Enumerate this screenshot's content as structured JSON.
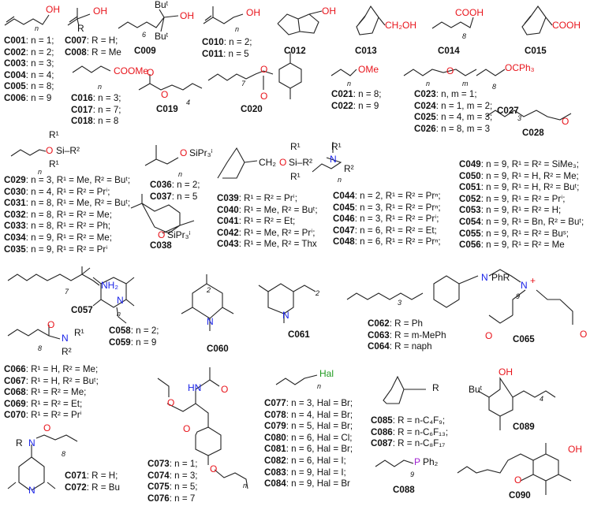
{
  "colors": {
    "oxygen": "#e8141b",
    "nitrogen": "#1a23e8",
    "halogen": "#1f9a1f",
    "phosphorus": "#a020d0",
    "bond": "#222222"
  },
  "blocks": [
    {
      "lines": [
        {
          "id": "C001",
          "text": ": n = 1;"
        },
        {
          "id": "C002",
          "text": ": n = 2;"
        },
        {
          "id": "C003",
          "text": ": n = 3;"
        },
        {
          "id": "C004",
          "text": ": n = 4;"
        },
        {
          "id": "C005",
          "text": ": n = 8;"
        },
        {
          "id": "C006",
          "text": ": n = 9"
        }
      ],
      "atoms": [
        {
          "t": "OH",
          "c": "#e8141b"
        },
        {
          "t": "n",
          "c": "#111"
        }
      ]
    },
    {
      "lines": [
        {
          "id": "C007",
          "text": ": R = H;"
        },
        {
          "id": "C008",
          "text": ": R = Me"
        }
      ],
      "atoms": [
        {
          "t": "OH",
          "c": "#e8141b"
        },
        {
          "t": "R",
          "c": "#111"
        }
      ]
    },
    {
      "lines": [
        {
          "id": "C009",
          "text": ""
        }
      ],
      "atoms": [
        {
          "t": "Buᵗ",
          "c": "#111"
        },
        {
          "t": "OH",
          "c": "#e8141b"
        },
        {
          "t": "Buᵗ",
          "c": "#111"
        },
        {
          "t": "6",
          "c": "#111"
        }
      ]
    },
    {
      "lines": [
        {
          "id": "C010",
          "text": ": n = 2;"
        },
        {
          "id": "C011",
          "text": ": n = 5"
        }
      ],
      "atoms": [
        {
          "t": "OH",
          "c": "#e8141b"
        },
        {
          "t": "n",
          "c": "#111"
        }
      ]
    },
    {
      "lines": [
        {
          "id": "C012",
          "text": ""
        }
      ],
      "atoms": [
        {
          "t": "OH",
          "c": "#e8141b"
        }
      ]
    },
    {
      "lines": [
        {
          "id": "C013",
          "text": ""
        }
      ],
      "atoms": [
        {
          "t": "CH₂OH",
          "c": "#e8141b"
        }
      ]
    },
    {
      "lines": [
        {
          "id": "C014",
          "text": ""
        }
      ],
      "atoms": [
        {
          "t": "COOH",
          "c": "#e8141b"
        },
        {
          "t": "8",
          "c": "#111"
        }
      ]
    },
    {
      "lines": [
        {
          "id": "C015",
          "text": ""
        }
      ],
      "atoms": [
        {
          "t": "COOH",
          "c": "#e8141b"
        }
      ]
    },
    {
      "lines": [
        {
          "id": "C016",
          "text": ": n = 3;"
        },
        {
          "id": "C017",
          "text": ": n = 7;"
        },
        {
          "id": "C018",
          "text": ": n = 8"
        }
      ],
      "atoms": [
        {
          "t": "COOMe",
          "c": "#e8141b"
        },
        {
          "t": "n",
          "c": "#111"
        }
      ]
    },
    {
      "lines": [
        {
          "id": "C019",
          "text": ""
        }
      ],
      "atoms": [
        {
          "t": "O",
          "c": "#e8141b"
        },
        {
          "t": "O",
          "c": "#e8141b"
        },
        {
          "t": "4",
          "c": "#111"
        }
      ]
    },
    {
      "lines": [
        {
          "id": "C020",
          "text": ""
        }
      ],
      "atoms": [
        {
          "t": "O",
          "c": "#e8141b"
        },
        {
          "t": "O",
          "c": "#e8141b"
        },
        {
          "t": "7",
          "c": "#111"
        }
      ]
    },
    {
      "lines": [
        {
          "id": "C021",
          "text": ": n = 8;"
        },
        {
          "id": "C022",
          "text": ": n = 9"
        }
      ],
      "atoms": [
        {
          "t": "OMe",
          "c": "#e8141b"
        },
        {
          "t": "n",
          "c": "#111"
        }
      ]
    },
    {
      "lines": [
        {
          "id": "C023",
          "text": ": n, m = 1;"
        },
        {
          "id": "C024",
          "text": ": n = 1, m = 2;"
        },
        {
          "id": "C025",
          "text": ": n = 4, m = 3;"
        },
        {
          "id": "C026",
          "text": ": n = 8, m = 3"
        }
      ],
      "atoms": [
        {
          "t": "O",
          "c": "#e8141b"
        },
        {
          "t": "n",
          "c": "#111"
        },
        {
          "t": "m",
          "c": "#111"
        }
      ]
    },
    {
      "lines": [
        {
          "id": "C027",
          "text": ""
        }
      ],
      "atoms": [
        {
          "t": "OCPh₃",
          "c": "#e8141b"
        },
        {
          "t": "8",
          "c": "#111"
        }
      ]
    },
    {
      "lines": [
        {
          "id": "C028",
          "text": ""
        }
      ],
      "atoms": [
        {
          "t": "O",
          "c": "#e8141b"
        },
        {
          "t": "3",
          "c": "#111"
        }
      ]
    },
    {
      "lines": [
        {
          "id": "C029",
          "text": ": n = 3, R¹ = Me, R² = Buᵗ;"
        },
        {
          "id": "C030",
          "text": ": n = 4, R¹ = R² = Prⁱ;"
        },
        {
          "id": "C031",
          "text": ": n = 8, R¹ = Me, R² = Buᵗ;"
        },
        {
          "id": "C032",
          "text": ": n = 8, R¹ = R² = Me;"
        },
        {
          "id": "C033",
          "text": ": n = 8, R¹ = R² = Ph;"
        },
        {
          "id": "C034",
          "text": ": n = 9, R¹ = R² = Me;"
        },
        {
          "id": "C035",
          "text": ": n = 9, R¹ = R² = Prⁱ"
        }
      ],
      "atoms": [
        {
          "t": "R¹",
          "c": "#111"
        },
        {
          "t": "O",
          "c": "#e8141b"
        },
        {
          "t": "Si–R²",
          "c": "#111"
        },
        {
          "t": "R¹",
          "c": "#111"
        },
        {
          "t": "n",
          "c": "#111"
        }
      ]
    },
    {
      "lines": [
        {
          "id": "C036",
          "text": ": n = 2;"
        },
        {
          "id": "C037",
          "text": ": n = 5"
        }
      ],
      "atoms": [
        {
          "t": "O",
          "c": "#e8141b"
        },
        {
          "t": "SiPr₃ⁱ",
          "c": "#111"
        },
        {
          "t": "n",
          "c": "#111"
        }
      ]
    },
    {
      "lines": [
        {
          "id": "C038",
          "text": ""
        }
      ],
      "atoms": [
        {
          "t": "O",
          "c": "#e8141b"
        },
        {
          "t": "SiPr₃ⁱ",
          "c": "#111"
        }
      ]
    },
    {
      "lines": [
        {
          "id": "C039",
          "text": ": R¹ = R² = Prⁱ;"
        },
        {
          "id": "C040",
          "text": ": R¹ = Me, R² = Buᵗ;"
        },
        {
          "id": "C041",
          "text": ": R¹ = R² = Et;"
        },
        {
          "id": "C042",
          "text": ": R¹ = Me, R² = Prⁱ;"
        },
        {
          "id": "C043",
          "text": ": R¹ = Me, R² = Thx"
        }
      ],
      "atoms": [
        {
          "t": "CH₂",
          "c": "#111"
        },
        {
          "t": "O",
          "c": "#e8141b"
        },
        {
          "t": "Si–R²",
          "c": "#111"
        },
        {
          "t": "R¹",
          "c": "#111"
        },
        {
          "t": "R¹",
          "c": "#111"
        }
      ]
    },
    {
      "lines": [
        {
          "id": "C044",
          "text": ": n = 2, R¹ = R² = Prⁿ;"
        },
        {
          "id": "C045",
          "text": ": n = 3, R¹ = R² = Prⁿ;"
        },
        {
          "id": "C046",
          "text": ": n = 3, R¹ = R² = Prⁱ;"
        },
        {
          "id": "C047",
          "text": ": n = 6, R¹ = R² = Et;"
        },
        {
          "id": "C048",
          "text": ": n = 6, R¹ = R² = Prⁿ;"
        }
      ],
      "atoms": [
        {
          "t": "R¹",
          "c": "#111"
        },
        {
          "t": "N",
          "c": "#1a23e8"
        },
        {
          "t": "R²",
          "c": "#111"
        },
        {
          "t": "n",
          "c": "#111"
        }
      ]
    },
    {
      "lines": [
        {
          "id": "C049",
          "text": ": n = 9, R¹ = R² = SiMe₃;"
        },
        {
          "id": "C050",
          "text": ": n = 9, R¹ = H, R² = Me;"
        },
        {
          "id": "C051",
          "text": ": n = 9, R¹ = H, R² = Buᵗ;"
        },
        {
          "id": "C052",
          "text": ": n = 9, R¹ = R² = Prⁱ;"
        },
        {
          "id": "C053",
          "text": ": n = 9, R¹ = R² = H;"
        },
        {
          "id": "C054",
          "text": ": n = 9, R¹ = Bn, R² = Buᵗ;"
        },
        {
          "id": "C055",
          "text": ": n = 9, R¹ = R² = Buˢ;"
        },
        {
          "id": "C056",
          "text": ": n = 9, R¹ = R² = Me"
        }
      ],
      "atoms": []
    },
    {
      "lines": [
        {
          "id": "C057",
          "text": ""
        }
      ],
      "atoms": [
        {
          "t": "NH₂",
          "c": "#1a23e8"
        },
        {
          "t": "7",
          "c": "#111"
        }
      ]
    },
    {
      "lines": [
        {
          "id": "C058",
          "text": ": n = 2;"
        },
        {
          "id": "C059",
          "text": ": n = 9"
        }
      ],
      "atoms": [
        {
          "t": "N",
          "c": "#1a23e8"
        },
        {
          "t": "n",
          "c": "#111"
        }
      ]
    },
    {
      "lines": [
        {
          "id": "C060",
          "text": ""
        }
      ],
      "atoms": [
        {
          "t": "N",
          "c": "#1a23e8"
        },
        {
          "t": "2",
          "c": "#111"
        }
      ]
    },
    {
      "lines": [
        {
          "id": "C061",
          "text": ""
        }
      ],
      "atoms": [
        {
          "t": "N",
          "c": "#1a23e8"
        },
        {
          "t": "2",
          "c": "#111"
        }
      ]
    },
    {
      "lines": [
        {
          "id": "C062",
          "text": ": R = Ph"
        },
        {
          "id": "C063",
          "text": ": R = m-MePh"
        },
        {
          "id": "C064",
          "text": ": R = naph"
        }
      ],
      "atoms": [
        {
          "t": "N",
          "c": "#1a23e8"
        },
        {
          "t": "PhR",
          "c": "#111"
        },
        {
          "t": "3",
          "c": "#111"
        }
      ]
    },
    {
      "lines": [
        {
          "id": "C065",
          "text": ""
        }
      ],
      "atoms": [
        {
          "t": "N",
          "c": "#1a23e8"
        },
        {
          "t": "+",
          "c": "#e8141b"
        },
        {
          "t": "9",
          "c": "#111"
        },
        {
          "t": "O",
          "c": "#e8141b"
        },
        {
          "t": "O",
          "c": "#e8141b"
        }
      ]
    },
    {
      "lines": [
        {
          "id": "C066",
          "text": ": R¹ = H, R² = Me;"
        },
        {
          "id": "C067",
          "text": ": R¹ = H, R² = Buᵗ;"
        },
        {
          "id": "C068",
          "text": ": R¹ = R² = Me;"
        },
        {
          "id": "C069",
          "text": ": R¹ = R² = Et;"
        },
        {
          "id": "C070",
          "text": ": R¹ = R² = Prⁱ"
        }
      ],
      "atoms": [
        {
          "t": "O",
          "c": "#e8141b"
        },
        {
          "t": "N",
          "c": "#1a23e8"
        },
        {
          "t": "R¹",
          "c": "#111"
        },
        {
          "t": "R²",
          "c": "#111"
        },
        {
          "t": "8",
          "c": "#111"
        }
      ]
    },
    {
      "lines": [
        {
          "id": "C071",
          "text": ": R = H;"
        },
        {
          "id": "C072",
          "text": ": R = Bu"
        }
      ],
      "atoms": [
        {
          "t": "O",
          "c": "#e8141b"
        },
        {
          "t": "R",
          "c": "#111"
        },
        {
          "t": "N",
          "c": "#1a23e8"
        },
        {
          "t": "N",
          "c": "#1a23e8"
        },
        {
          "t": "8",
          "c": "#111"
        }
      ]
    },
    {
      "lines": [
        {
          "id": "C073",
          "text": ": n = 1;"
        },
        {
          "id": "C074",
          "text": ": n = 3;"
        },
        {
          "id": "C075",
          "text": ": n = 5;"
        },
        {
          "id": "C076",
          "text": ": n = 7"
        }
      ],
      "atoms": [
        {
          "t": "HN",
          "c": "#1a23e8"
        },
        {
          "t": "O",
          "c": "#e8141b"
        },
        {
          "t": "O",
          "c": "#e8141b"
        },
        {
          "t": "O",
          "c": "#e8141b"
        },
        {
          "t": "O",
          "c": "#e8141b"
        },
        {
          "t": "n",
          "c": "#111"
        }
      ]
    },
    {
      "lines": [
        {
          "id": "C077",
          "text": ": n = 3, Hal = Br;"
        },
        {
          "id": "C078",
          "text": ": n = 4, Hal = Br;"
        },
        {
          "id": "C079",
          "text": ": n = 5, Hal = Br;"
        },
        {
          "id": "C080",
          "text": ": n = 6, Hal = Cl;"
        },
        {
          "id": "C081",
          "text": ": n = 6, Hal = Br;"
        },
        {
          "id": "C082",
          "text": ": n = 6, Hal = I;"
        },
        {
          "id": "C083",
          "text": ": n = 9, Hal = I;"
        },
        {
          "id": "C084",
          "text": ": n = 9, Hal = Br"
        }
      ],
      "atoms": [
        {
          "t": "Hal",
          "c": "#1f9a1f"
        },
        {
          "t": "n",
          "c": "#111"
        }
      ]
    },
    {
      "lines": [
        {
          "id": "C085",
          "text": ": R = n-C₄F₉;"
        },
        {
          "id": "C086",
          "text": ": R = n-C₆F₁₃;"
        },
        {
          "id": "C087",
          "text": ": R = n-C₈F₁₇"
        }
      ],
      "atoms": [
        {
          "t": "R",
          "c": "#111"
        }
      ]
    },
    {
      "lines": [
        {
          "id": "C088",
          "text": ""
        }
      ],
      "atoms": [
        {
          "t": "P",
          "c": "#a020d0"
        },
        {
          "t": "Ph₂",
          "c": "#111"
        },
        {
          "t": "9",
          "c": "#111"
        }
      ]
    },
    {
      "lines": [
        {
          "id": "C089",
          "text": ""
        }
      ],
      "atoms": [
        {
          "t": "OH",
          "c": "#e8141b"
        },
        {
          "t": "Buᵗ",
          "c": "#111"
        },
        {
          "t": "4",
          "c": "#111"
        }
      ]
    },
    {
      "lines": [
        {
          "id": "C090",
          "text": ""
        }
      ],
      "atoms": [
        {
          "t": "OH",
          "c": "#e8141b"
        },
        {
          "t": "O",
          "c": "#e8141b"
        }
      ]
    }
  ]
}
